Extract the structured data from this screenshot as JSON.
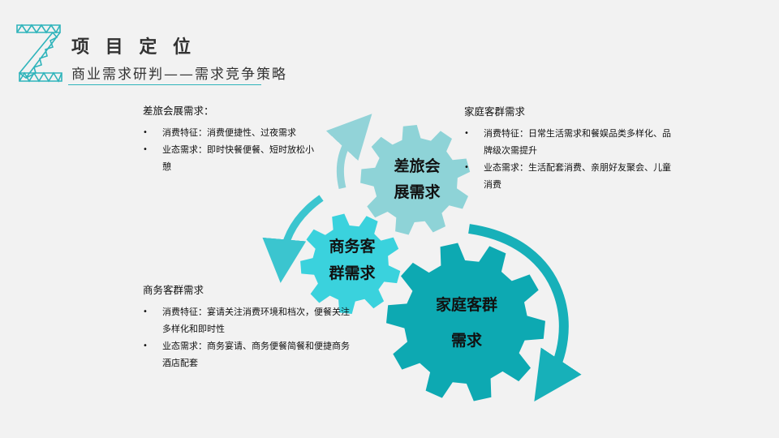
{
  "header": {
    "title": "项 目 定 位",
    "subtitle": "商业需求研判——需求竞争策略"
  },
  "colors": {
    "accent": "#2fb4bb",
    "gear_travel": "#8ed3d7",
    "gear_business": "#3ad2dd",
    "gear_family": "#0da9b2",
    "arrow_light": "#92d3d8",
    "arrow_mid": "#3bc5cf",
    "arrow_dark": "#17b0b9"
  },
  "gears": {
    "travel": "差旅会展需求",
    "business": "商务客群需求",
    "family": "家庭客群需求"
  },
  "blocks": {
    "travel": {
      "title": "差旅会展需求：",
      "items": [
        "消费特征：消费便捷性、过夜需求",
        "业态需求：即时快餐便餐、短时放松小憩"
      ]
    },
    "family": {
      "title": "家庭客群需求",
      "items": [
        "消费特征：日常生活需求和餐娱品类多样化、品牌级次需提升",
        "业态需求：生活配套消费、亲朋好友聚会、儿童消费"
      ]
    },
    "business": {
      "title": "商务客群需求",
      "items": [
        "消费特征：宴请关注消费环境和档次，便餐关注多样化和即时性",
        "业态需求：商务宴请、商务便餐简餐和便捷商务酒店配套"
      ]
    }
  }
}
